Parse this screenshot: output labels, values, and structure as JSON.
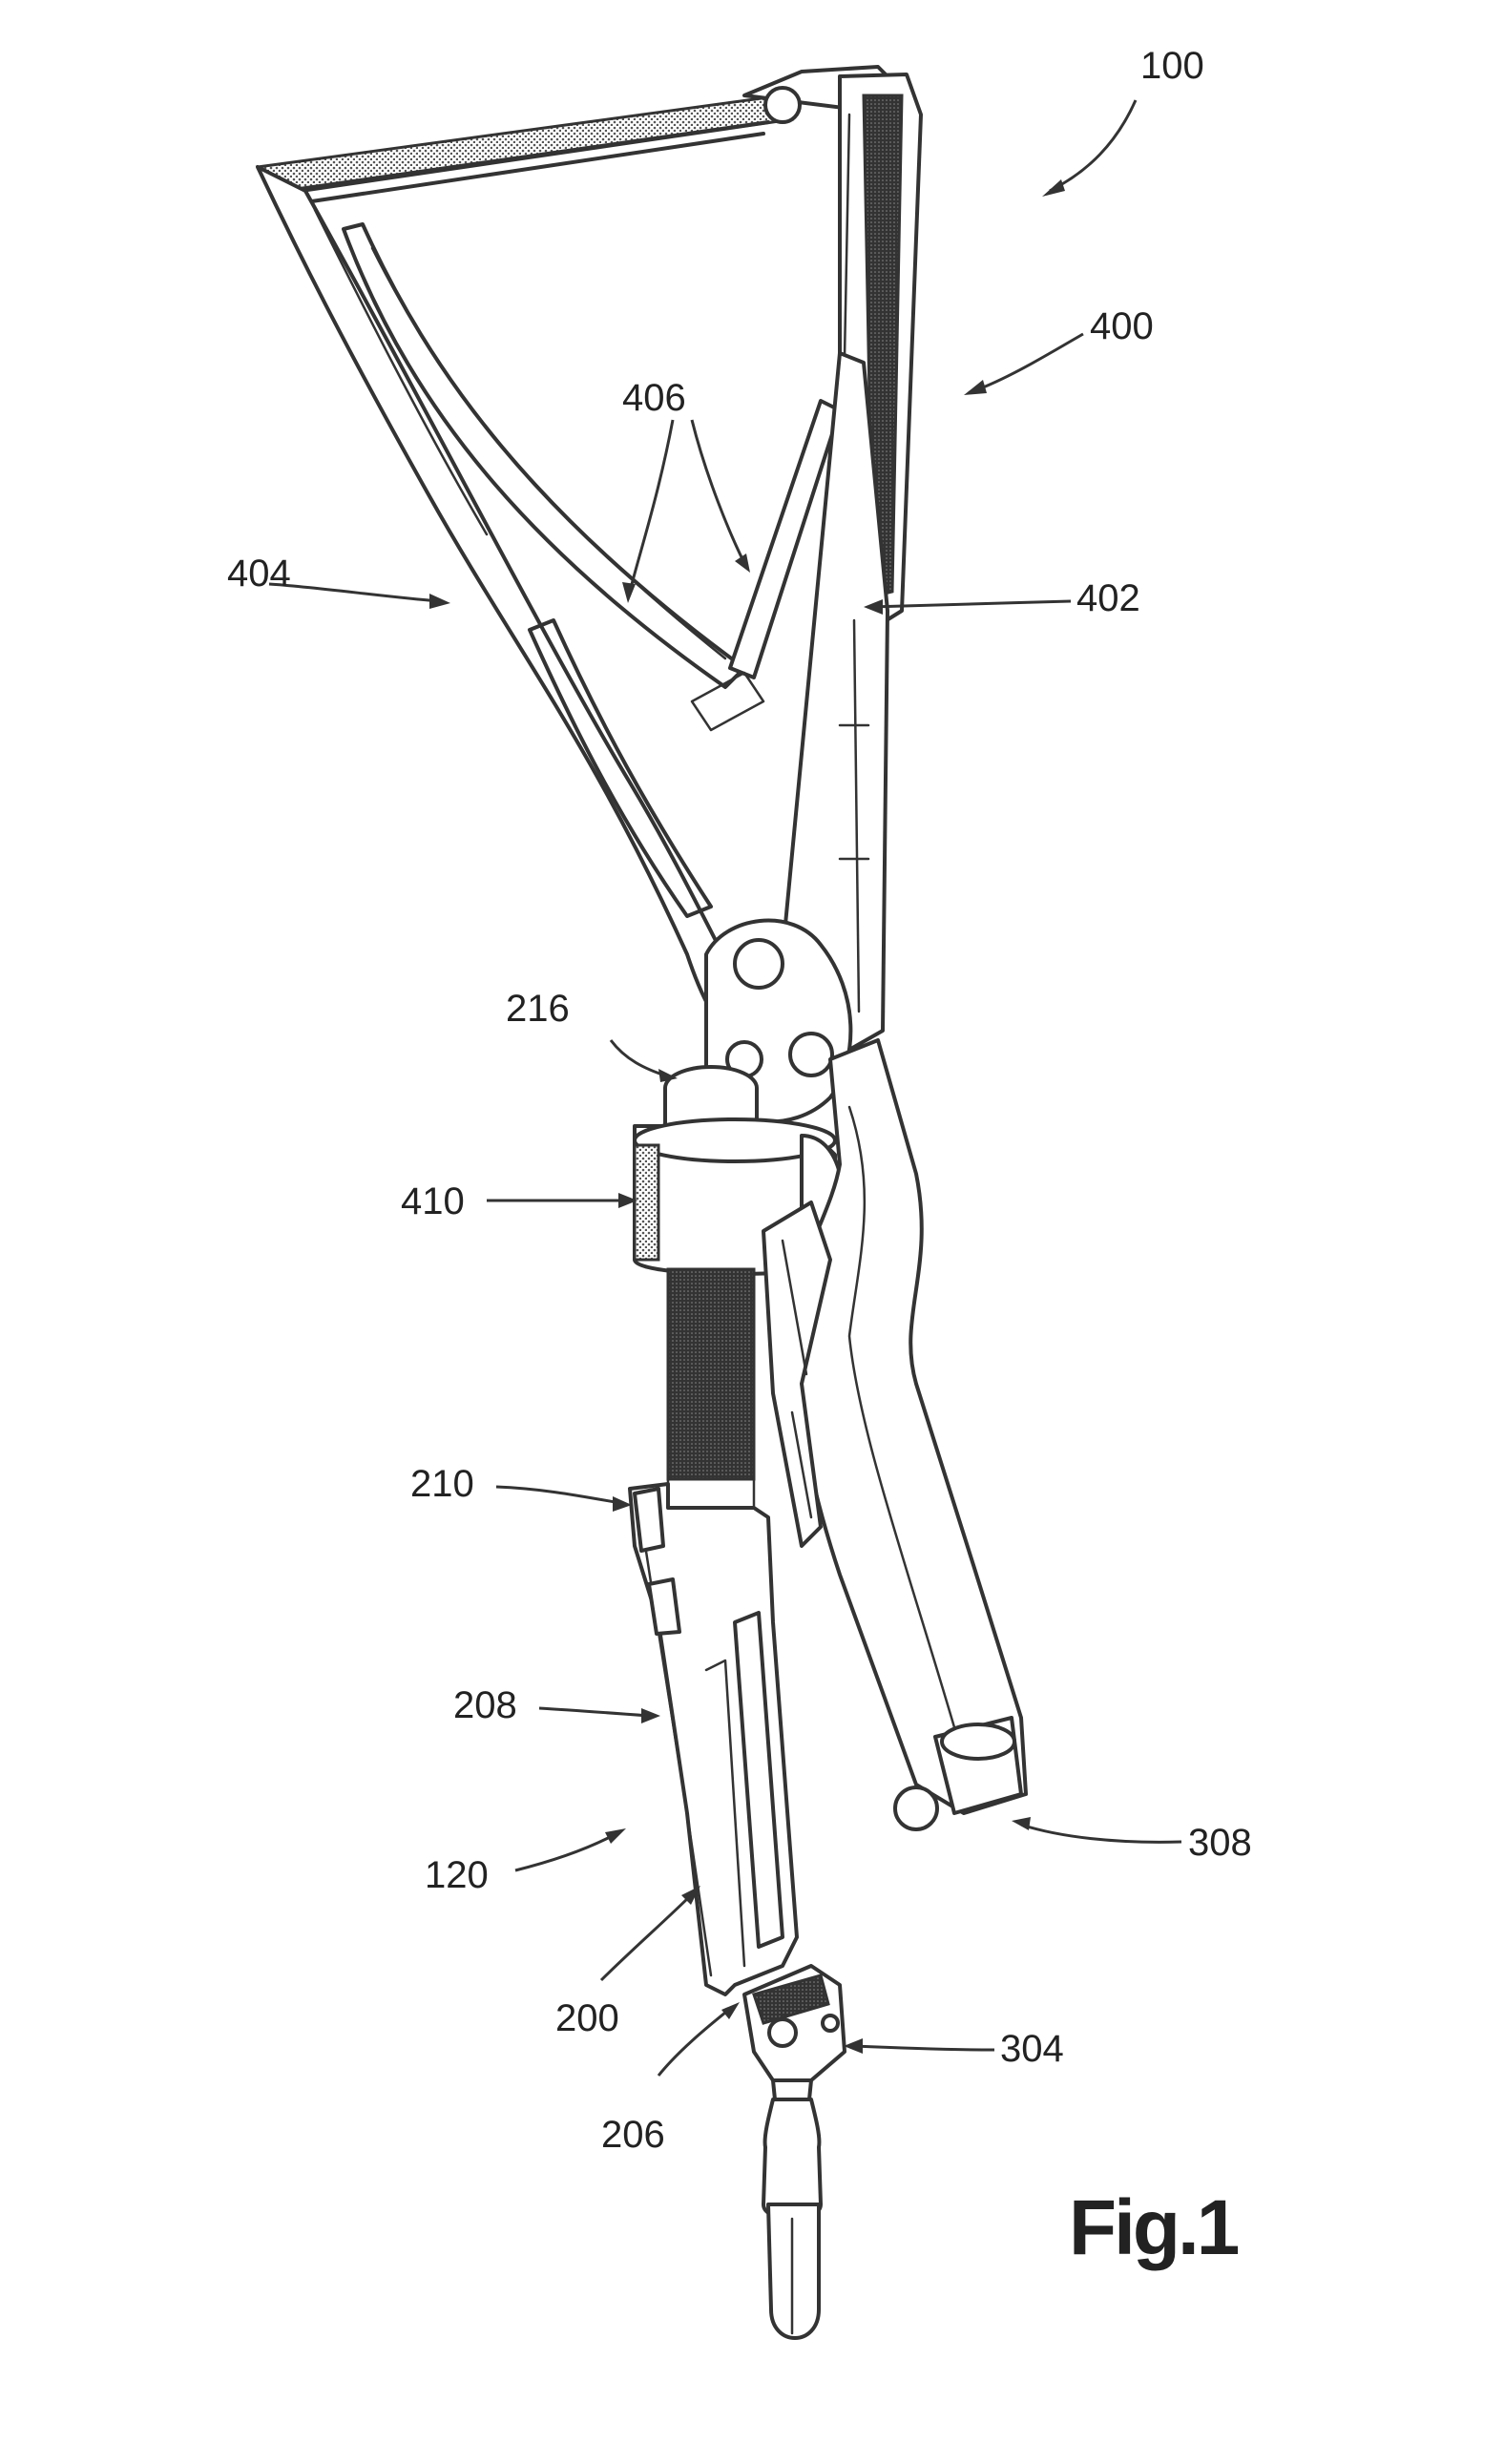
{
  "figure": {
    "caption": "Fig.1",
    "reference_numerals": {
      "assembly": "100",
      "handle_assembly": "400",
      "arm_406": "406",
      "arm_404": "404",
      "handle_402": "402",
      "knob": "216",
      "collar": "410",
      "part_210": "210",
      "part_208": "208",
      "lower_assembly": "120",
      "part_200": "200",
      "part_206": "206",
      "part_304": "304",
      "part_308": "308"
    }
  }
}
